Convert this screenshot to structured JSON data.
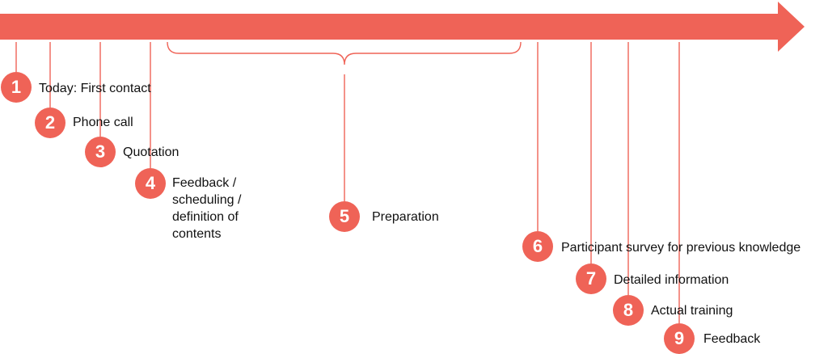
{
  "colors": {
    "accent": "#ef6357"
  },
  "timeline": {
    "steps": [
      {
        "number": "1",
        "label": "Today: First contact"
      },
      {
        "number": "2",
        "label": "Phone call"
      },
      {
        "number": "3",
        "label": "Quotation"
      },
      {
        "number": "4",
        "label": "Feedback /\nscheduling /\ndefinition of\ncontents"
      },
      {
        "number": "5",
        "label": "Preparation"
      },
      {
        "number": "6",
        "label": "Participant survey for previous knowledge"
      },
      {
        "number": "7",
        "label": "Detailed information"
      },
      {
        "number": "8",
        "label": "Actual training"
      },
      {
        "number": "9",
        "label": "Feedback"
      }
    ]
  }
}
